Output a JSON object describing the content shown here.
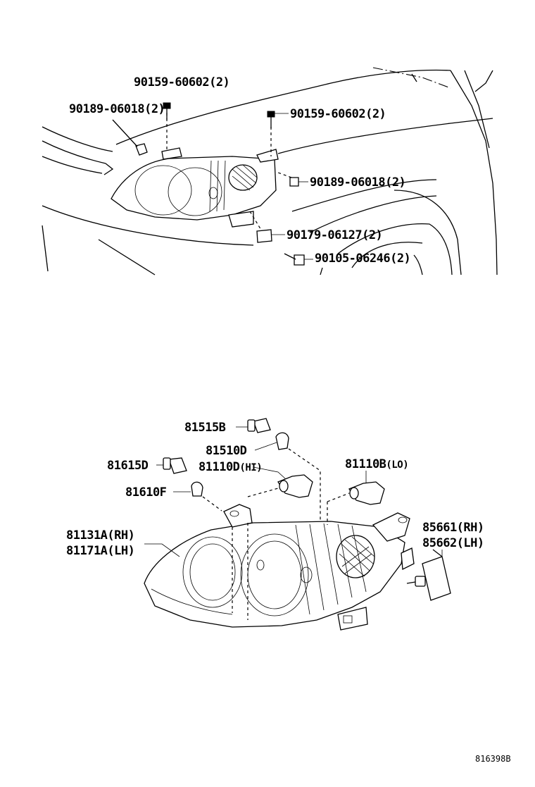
{
  "diagram_code": "816398B",
  "top_labels": [
    {
      "id": "bolt-a",
      "text": "90159-60602(2)"
    },
    {
      "id": "clip-a",
      "text": "90189-06018(2)"
    },
    {
      "id": "bolt-b",
      "text": "90159-60602(2)"
    },
    {
      "id": "clip-b",
      "text": "90189-06018(2)"
    },
    {
      "id": "nut",
      "text": "90179-06127(2)"
    },
    {
      "id": "screw",
      "text": "90105-06246(2)"
    }
  ],
  "bottom_labels": [
    {
      "id": "socket-a",
      "text": "81515B"
    },
    {
      "id": "bulb-a",
      "text": "81510D"
    },
    {
      "id": "socket-b",
      "text": "81615D"
    },
    {
      "id": "bulb-hi",
      "text": "81110D",
      "suffix": "(HI)"
    },
    {
      "id": "bulb-b",
      "text": "81610F"
    },
    {
      "id": "bulb-lo",
      "text": "81110B",
      "suffix": "(LO)"
    },
    {
      "id": "headlamp-rh",
      "text": "81131A(RH)"
    },
    {
      "id": "headlamp-lh",
      "text": "81171A(LH)"
    },
    {
      "id": "actuator-rh",
      "text": "85661(RH)"
    },
    {
      "id": "actuator-lh",
      "text": "85662(LH)"
    }
  ]
}
